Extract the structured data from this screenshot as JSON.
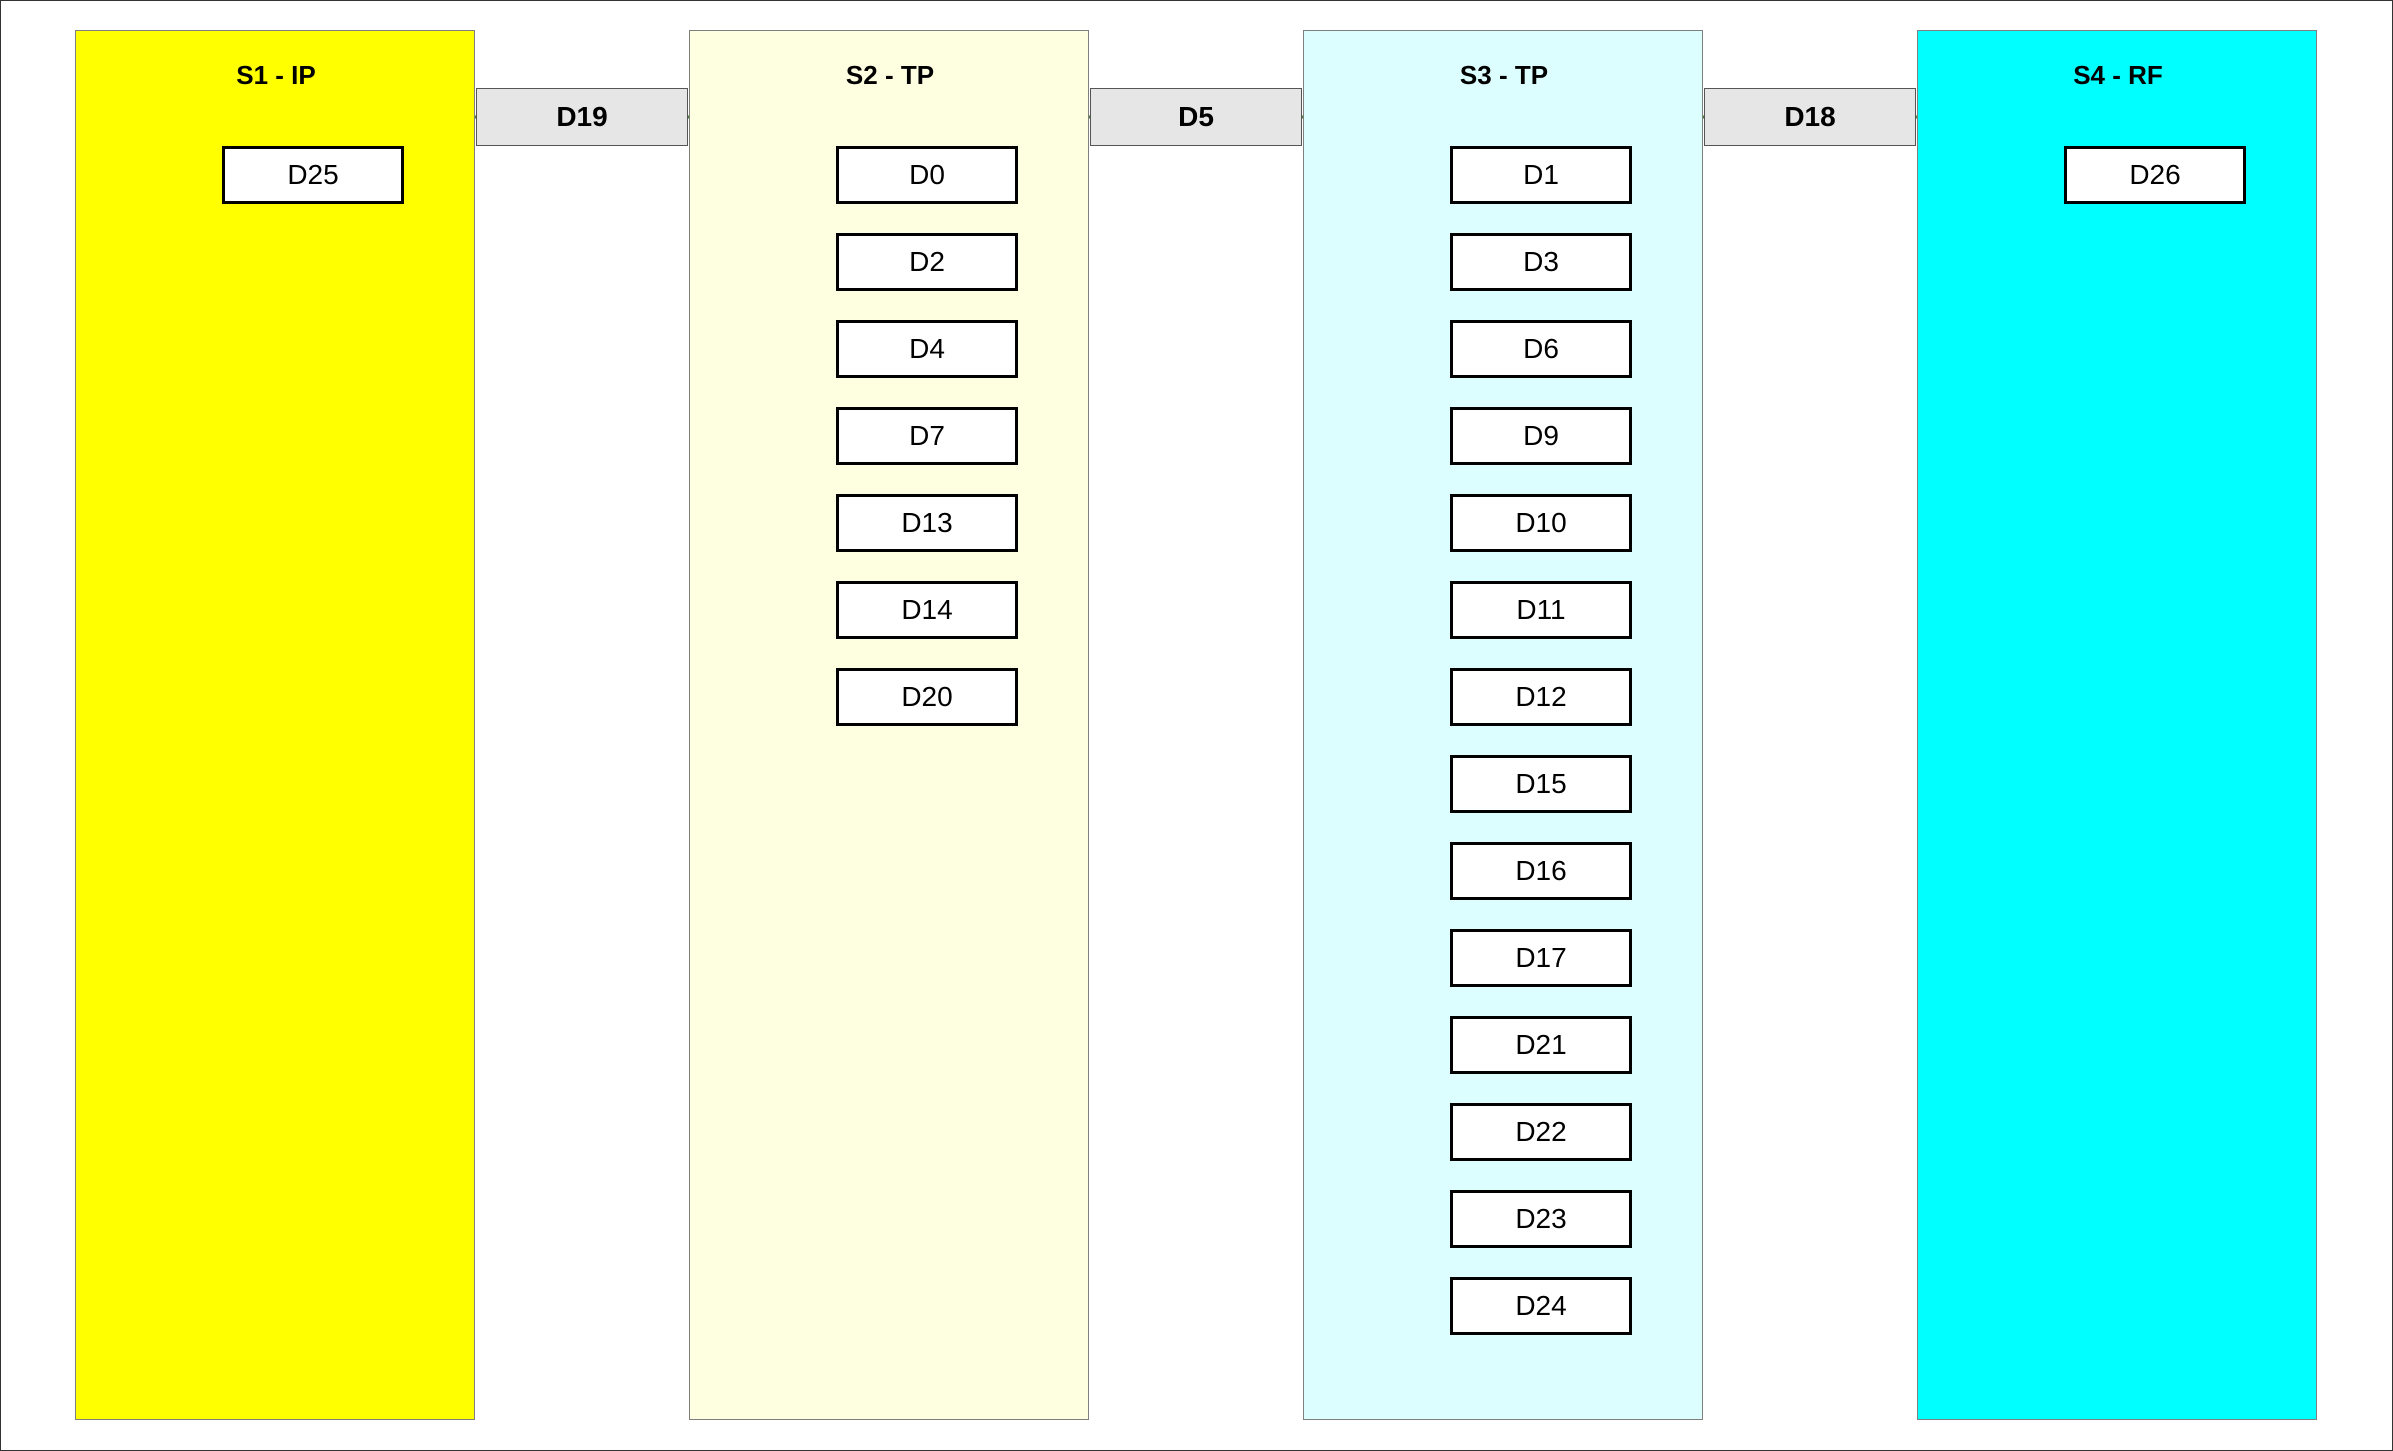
{
  "lanes": [
    {
      "title": "S1 - IP",
      "color": "#ffff00",
      "nodes": [
        "D25"
      ]
    },
    {
      "title": "S2 - TP",
      "color": "#fefee0",
      "nodes": [
        "D0",
        "D2",
        "D4",
        "D7",
        "D13",
        "D14",
        "D20"
      ]
    },
    {
      "title": "S3 - TP",
      "color": "#dcfefe",
      "nodes": [
        "D1",
        "D3",
        "D6",
        "D9",
        "D10",
        "D11",
        "D12",
        "D15",
        "D16",
        "D17",
        "D21",
        "D22",
        "D23",
        "D24"
      ]
    },
    {
      "title": "S4 - RF",
      "color": "#00ffff",
      "nodes": [
        "D26"
      ]
    }
  ],
  "links": [
    {
      "label": "D19",
      "from": "S1 - IP",
      "to": "S2 - TP"
    },
    {
      "label": "D5",
      "from": "S2 - TP",
      "to": "S3 - TP"
    },
    {
      "label": "D18",
      "from": "S3 - TP",
      "to": "S4 - RF"
    }
  ],
  "colors": {
    "connector": "#4a7a33",
    "node_border": "#000000",
    "link_fill": "#e6e6e6"
  }
}
